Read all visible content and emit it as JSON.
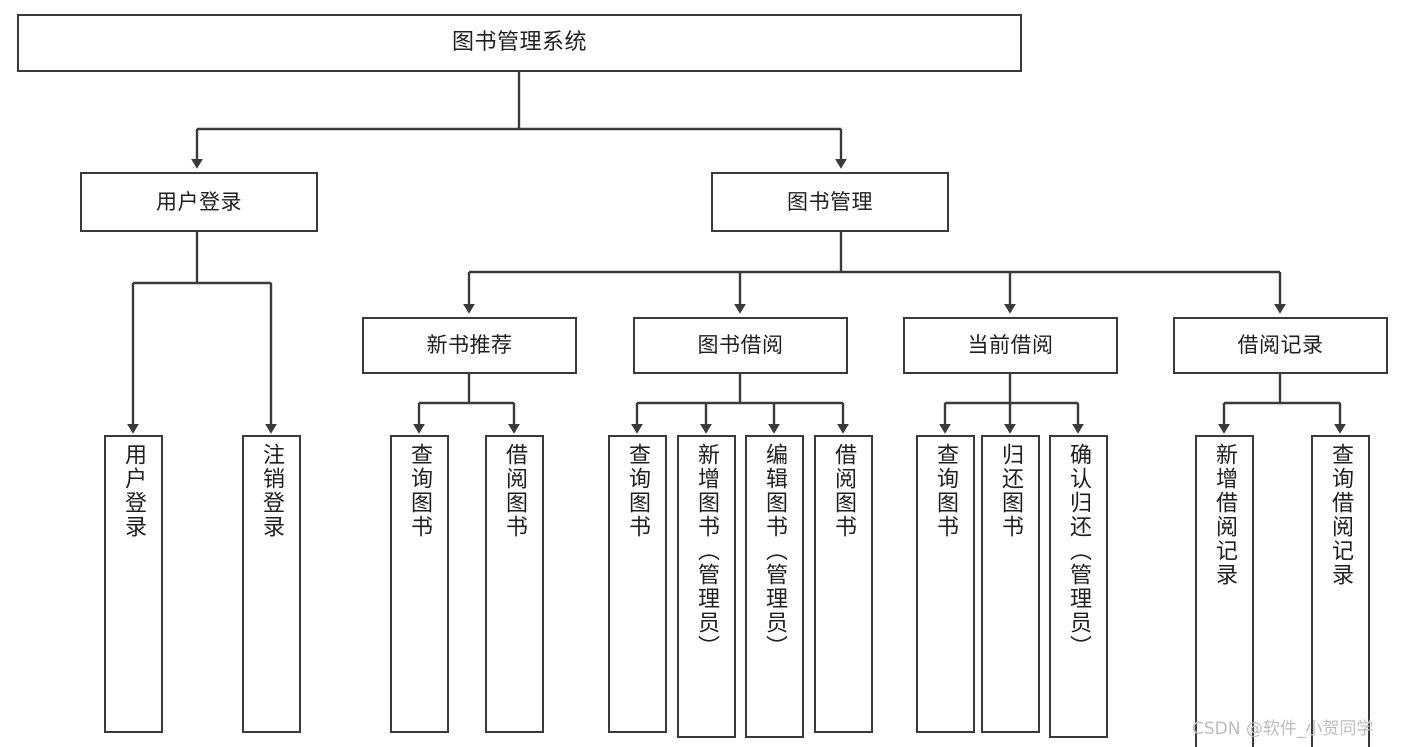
{
  "diagram": {
    "title": "图书管理系统",
    "type": "functional-structure-tree",
    "root": {
      "id": "root",
      "label": "图书管理系统"
    },
    "level1": [
      {
        "id": "user-login",
        "label": "用户登录"
      },
      {
        "id": "book-manage",
        "label": "图书管理"
      }
    ],
    "level2": [
      {
        "id": "new-book-rec",
        "label": "新书推荐",
        "parent": "book-manage"
      },
      {
        "id": "book-borrow",
        "label": "图书借阅",
        "parent": "book-manage"
      },
      {
        "id": "current-borrow",
        "label": "当前借阅",
        "parent": "book-manage"
      },
      {
        "id": "borrow-record",
        "label": "借阅记录",
        "parent": "book-manage"
      }
    ],
    "leaves": [
      {
        "id": "leaf-user-login",
        "label": "用户登录",
        "parent": "user-login"
      },
      {
        "id": "leaf-logout-login",
        "label": "注销登录",
        "parent": "user-login"
      },
      {
        "id": "leaf-query-book-rec",
        "label": "查询图书",
        "parent": "new-book-rec"
      },
      {
        "id": "leaf-borrow-book-rec",
        "label": "借阅图书",
        "parent": "new-book-rec"
      },
      {
        "id": "leaf-query-book-borrow",
        "label": "查询图书",
        "parent": "book-borrow"
      },
      {
        "id": "leaf-add-book-admin",
        "label": "新增图书（管理员）",
        "parent": "book-borrow"
      },
      {
        "id": "leaf-edit-book-admin",
        "label": "编辑图书（管理员）",
        "parent": "book-borrow"
      },
      {
        "id": "leaf-borrow-book",
        "label": "借阅图书",
        "parent": "book-borrow"
      },
      {
        "id": "leaf-query-book-current",
        "label": "查询图书",
        "parent": "current-borrow"
      },
      {
        "id": "leaf-return-book",
        "label": "归还图书",
        "parent": "current-borrow"
      },
      {
        "id": "leaf-confirm-return-admin",
        "label": "确认归还（管理员）",
        "parent": "current-borrow"
      },
      {
        "id": "leaf-add-borrow-record",
        "label": "新增借阅记录",
        "parent": "borrow-record"
      },
      {
        "id": "leaf-query-borrow-record",
        "label": "查询借阅记录",
        "parent": "borrow-record"
      }
    ],
    "watermark": "CSDN @软件_小贺同学",
    "colors": {
      "stroke": "#3a3a3a",
      "box_fill": "#ffffff",
      "text": "#1f1f1f",
      "background": "#ffffff",
      "watermark": "#bdbdbd"
    }
  }
}
